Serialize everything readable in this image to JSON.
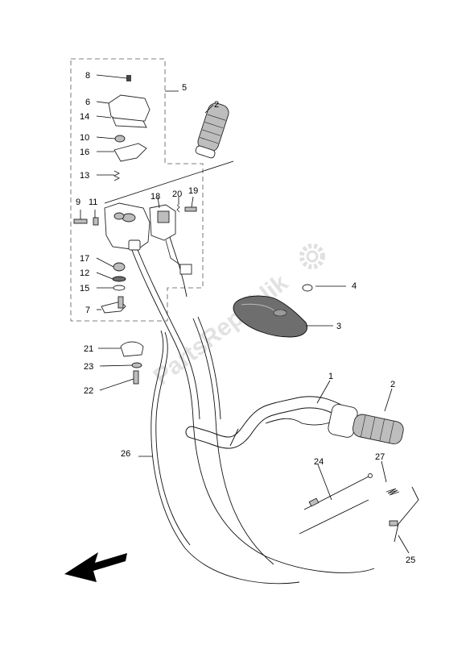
{
  "watermark": "PartsRepublik",
  "callouts": [
    {
      "id": "1",
      "text": "1"
    },
    {
      "id": "2a",
      "text": "2"
    },
    {
      "id": "2b",
      "text": "2"
    },
    {
      "id": "3",
      "text": "3"
    },
    {
      "id": "4",
      "text": "4"
    },
    {
      "id": "5",
      "text": "5"
    },
    {
      "id": "6",
      "text": "6"
    },
    {
      "id": "7",
      "text": "7"
    },
    {
      "id": "8",
      "text": "8"
    },
    {
      "id": "9",
      "text": "9"
    },
    {
      "id": "10",
      "text": "10"
    },
    {
      "id": "11",
      "text": "11"
    },
    {
      "id": "12",
      "text": "12"
    },
    {
      "id": "13",
      "text": "13"
    },
    {
      "id": "14",
      "text": "14"
    },
    {
      "id": "15",
      "text": "15"
    },
    {
      "id": "16",
      "text": "16"
    },
    {
      "id": "17",
      "text": "17"
    },
    {
      "id": "18",
      "text": "18"
    },
    {
      "id": "19",
      "text": "19"
    },
    {
      "id": "20",
      "text": "20"
    },
    {
      "id": "21",
      "text": "21"
    },
    {
      "id": "22",
      "text": "22"
    },
    {
      "id": "23",
      "text": "23"
    },
    {
      "id": "24",
      "text": "24"
    },
    {
      "id": "25",
      "text": "25"
    },
    {
      "id": "26",
      "text": "26"
    },
    {
      "id": "27",
      "text": "27"
    }
  ],
  "icons": [
    "gear-icon",
    "direction-arrow-icon"
  ]
}
